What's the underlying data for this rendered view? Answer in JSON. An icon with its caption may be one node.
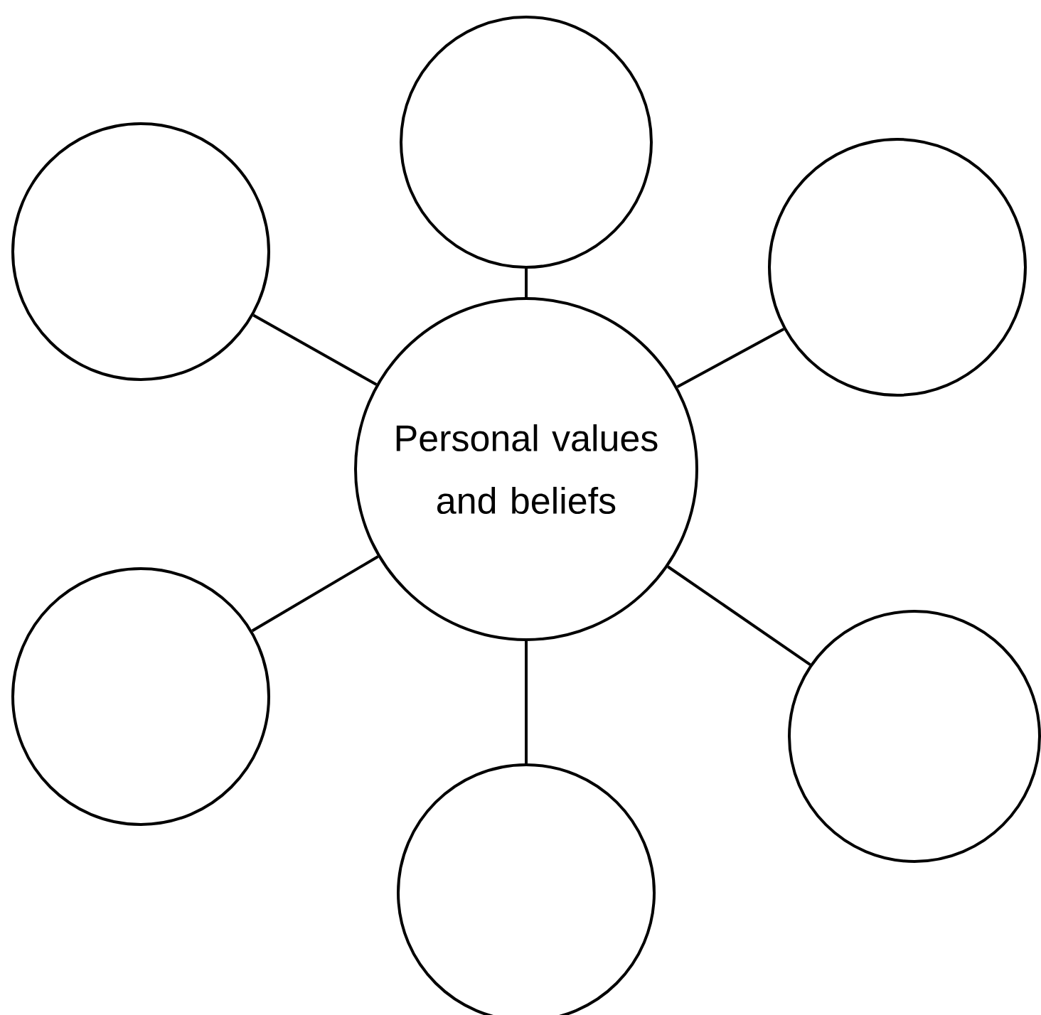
{
  "diagram": {
    "nodes": [
      {
        "text": [],
        "shape": "circle"
      },
      {
        "text": [],
        "shape": "circle"
      },
      {
        "text": [],
        "shape": "circle"
      },
      {
        "text": [
          "Personal values and beliefs"
        ]
      },
      {
        "text": [],
        "shape": "circle"
      },
      {
        "text": [],
        "shape": "circle"
      },
      {
        "text": [],
        "shape": "circle"
      }
    ],
    "edges": [
      {
        "from": 3,
        "to": 0,
        "arrow": "none"
      },
      {
        "from": 3,
        "to": 1,
        "arrow": "none"
      },
      {
        "from": 3,
        "to": 2,
        "arrow": "none"
      },
      {
        "from": 3,
        "to": 4,
        "arrow": "none"
      },
      {
        "from": 3,
        "to": 5,
        "arrow": "none"
      },
      {
        "from": 3,
        "to": 6,
        "arrow": "none"
      }
    ]
  }
}
